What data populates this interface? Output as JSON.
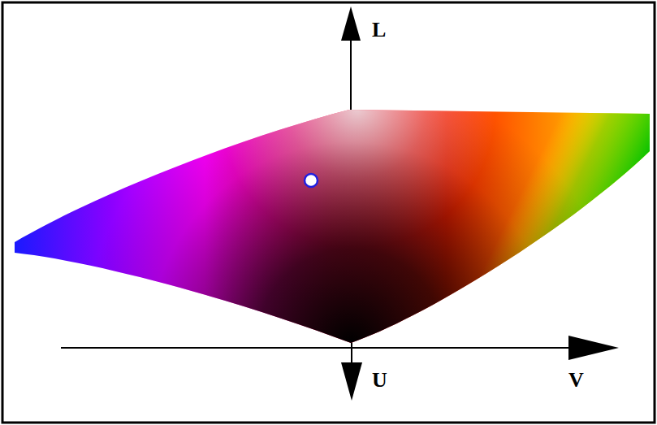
{
  "diagram": {
    "labels": [
      "L",
      "U",
      "V"
    ]
  }
}
